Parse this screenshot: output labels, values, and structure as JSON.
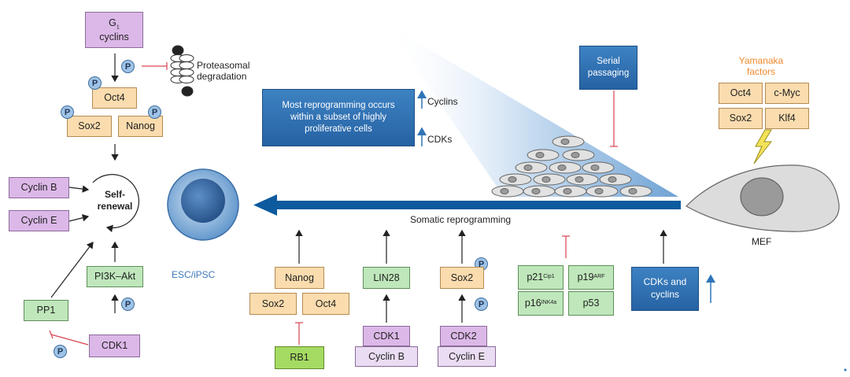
{
  "boxes": {
    "g1_cyclins_line1": "G",
    "g1_cyclins_sub": "1",
    "g1_cyclins_line2": "cyclins",
    "oct4_left": "Oct4",
    "sox2_left": "Sox2",
    "nanog_left": "Nanog",
    "cyclin_b_left": "Cyclin B",
    "cyclin_e_left": "Cyclin E",
    "pi3k_akt": "PI3K–Akt",
    "pp1": "PP1",
    "cdk1_left": "CDK1",
    "nanog_bottom": "Nanog",
    "sox2_bottom": "Sox2",
    "oct4_bottom": "Oct4",
    "rb1": "RB1",
    "lin28": "LIN28",
    "cdk1_bottom": "CDK1",
    "cyclin_b_bottom": "Cyclin B",
    "sox2_mid": "Sox2",
    "cdk2": "CDK2",
    "cyclin_e_bottom": "Cyclin E",
    "p21_main": "p21",
    "p21_sup": "Cip1",
    "p19_main": "p19",
    "p19_sup": "ARF",
    "p16_main": "p16",
    "p16_sup": "INK4a",
    "p53": "p53",
    "cdks_and_cyclins": "CDKs and cyclins",
    "oct4_yamanaka": "Oct4",
    "cmyc_yamanaka": "c-Myc",
    "sox2_yamanaka": "Sox2",
    "klf4_yamanaka": "Klf4",
    "serial_passaging": "Serial passaging",
    "most_reprogramming": "Most reprogramming occurs within a subset of highly proliferative cells"
  },
  "labels": {
    "proteasomal_degradation": "Proteasomal degradation",
    "self_renewal": "Self- renewal",
    "esc_ipsc": "ESC/iPSC",
    "somatic_reprogramming": "Somatic reprogramming",
    "cyclins": "Cyclins",
    "cdks": "CDKs",
    "yamanaka_factors": "Yamanaka factors",
    "mef": "MEF",
    "phospho": "P"
  },
  "colors": {
    "blue_arrow": "#0d5a9e",
    "inhibit": "#d9434f",
    "yamanaka_text": "#f08a2c",
    "esc_text": "#3d78b8"
  }
}
